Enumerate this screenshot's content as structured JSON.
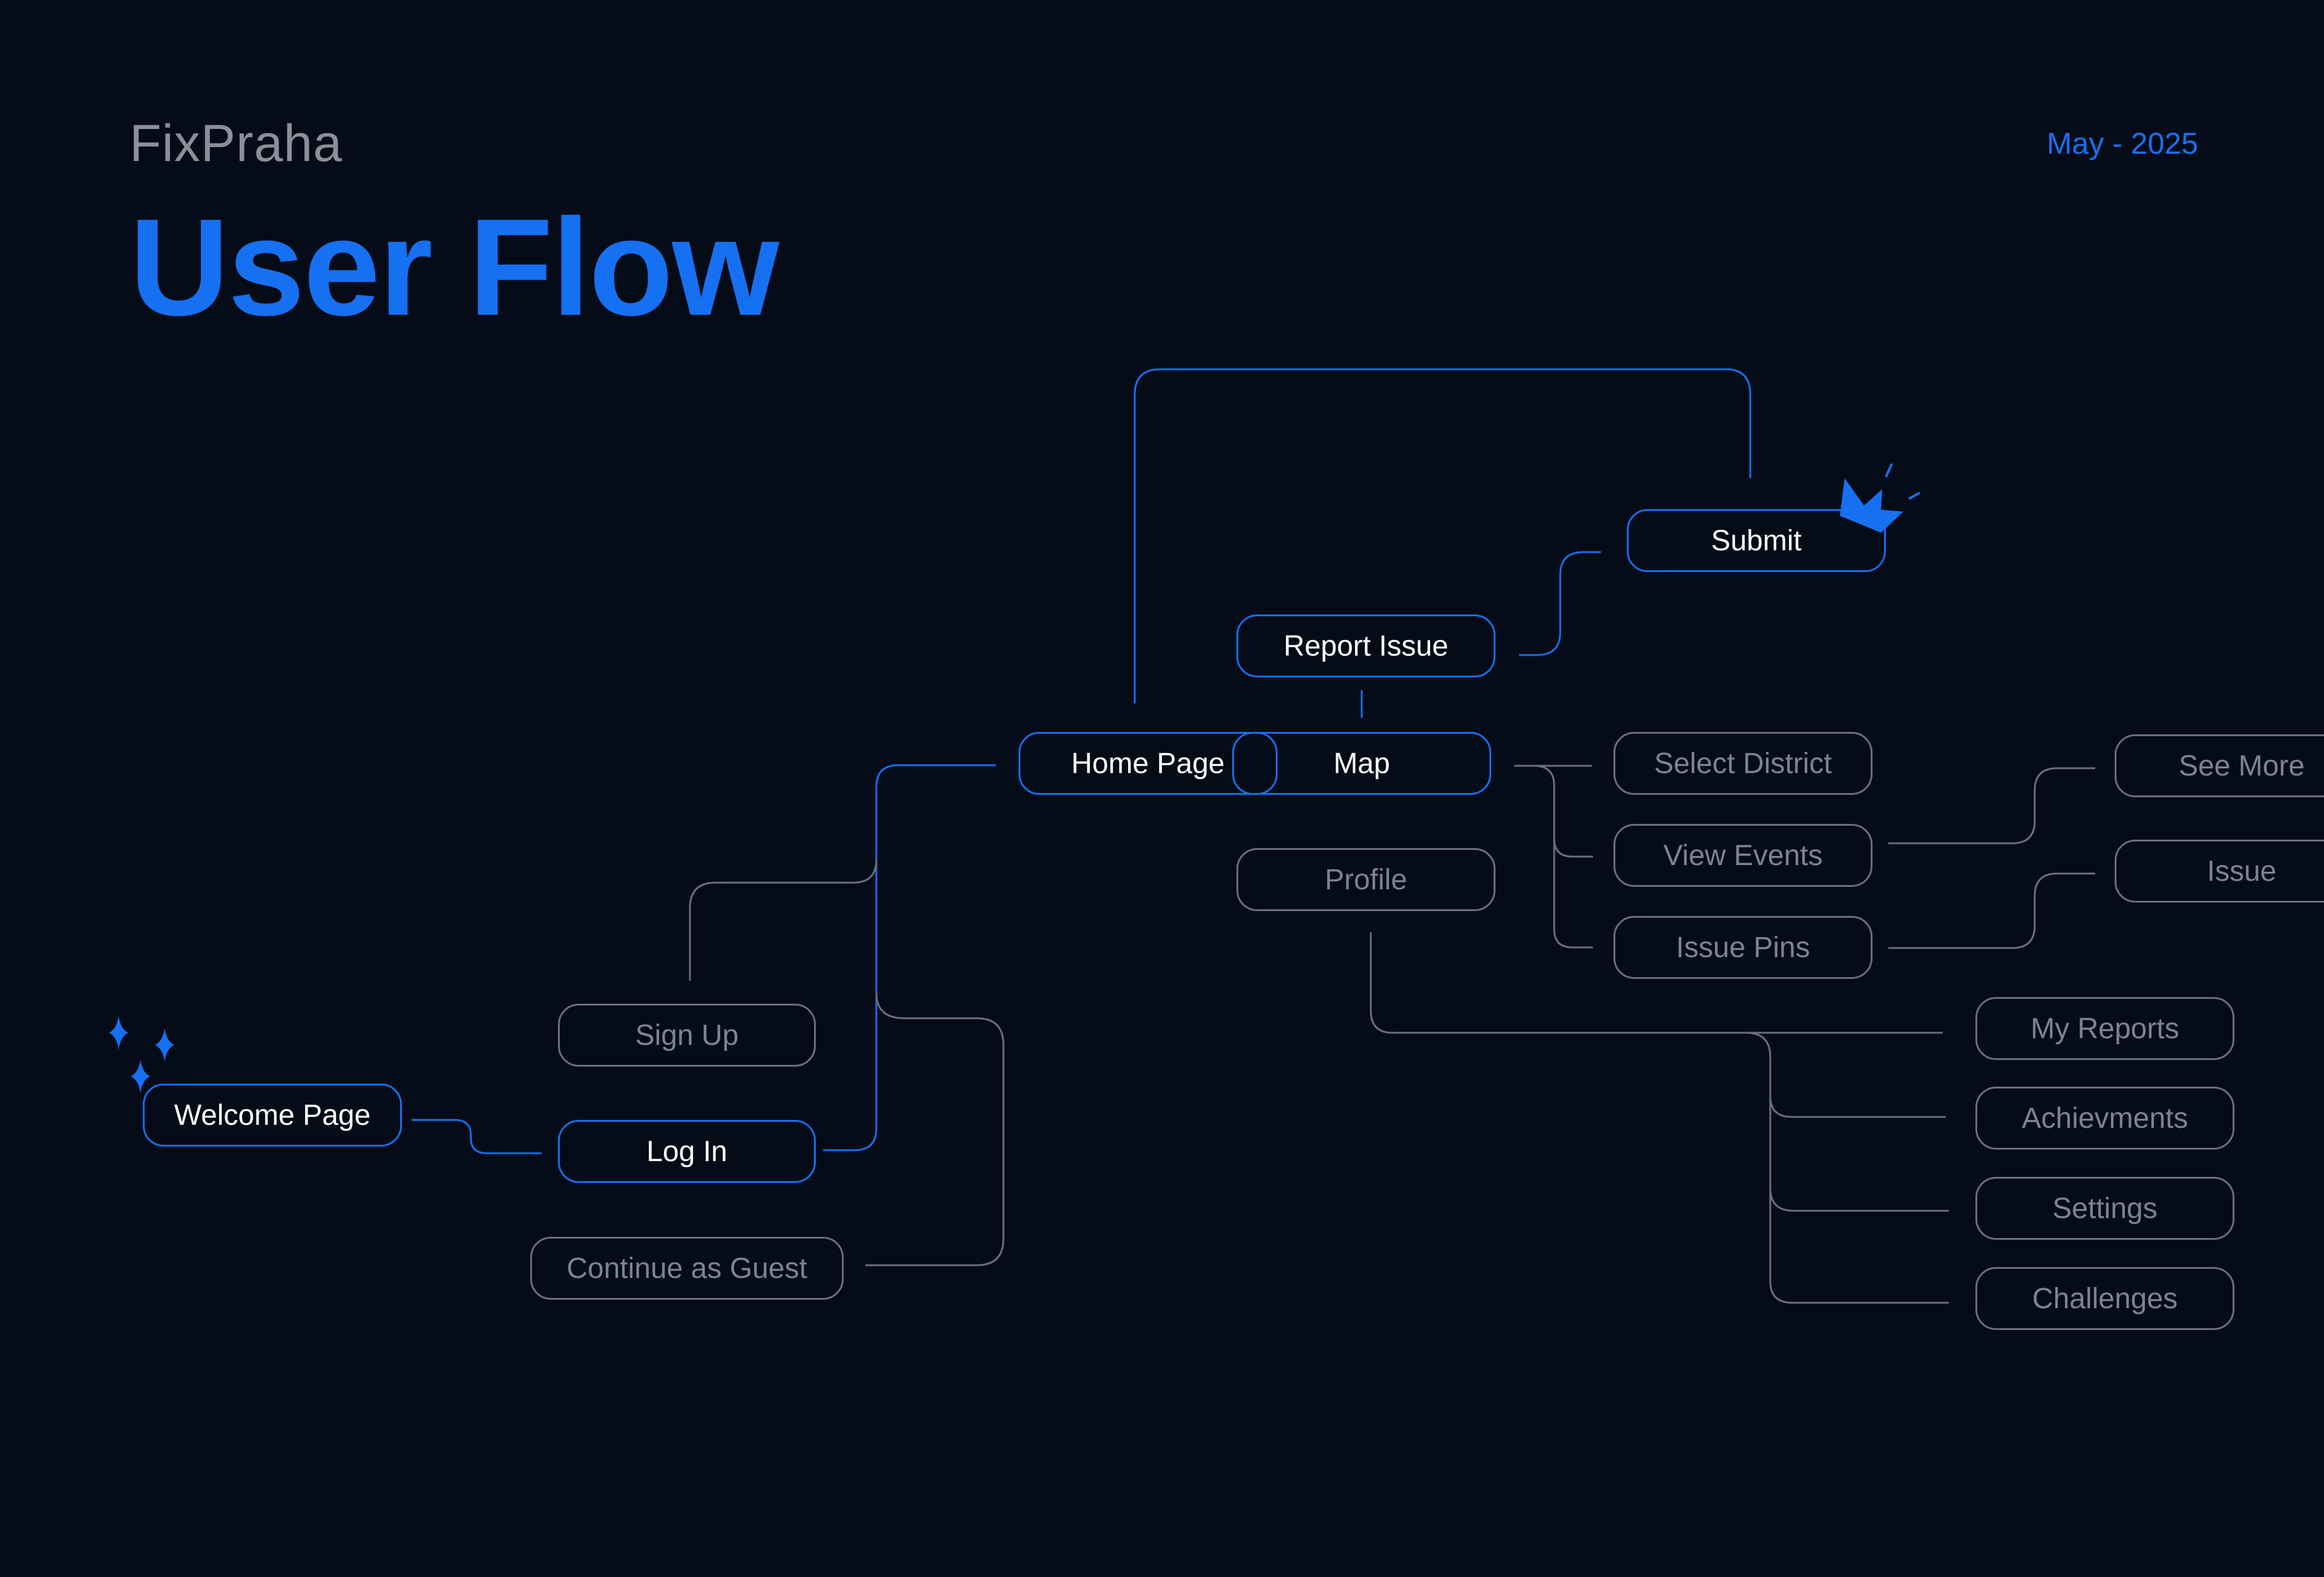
{
  "header": {
    "brand": "FixPraha",
    "title": "User Flow",
    "date": "May - 2025"
  },
  "nodes": {
    "welcome": "Welcome Page",
    "sign_up": "Sign Up",
    "log_in": "Log In",
    "guest": "Continue as Guest",
    "home": "Home Page",
    "map": "Map",
    "report_issue": "Report Issue",
    "submit": "Submit",
    "profile": "Profile",
    "select_district": "Select District",
    "view_events": "View Events",
    "issue_pins": "Issue Pins",
    "see_more": "See More",
    "issue": "Issue",
    "my_reports": "My Reports",
    "achievements": "Achievments",
    "settings": "Settings",
    "challenges": "Challenges"
  },
  "colors": {
    "background": "#050c18",
    "accent": "#1670f2",
    "muted": "#6b707a",
    "text_active": "#ffffff"
  }
}
